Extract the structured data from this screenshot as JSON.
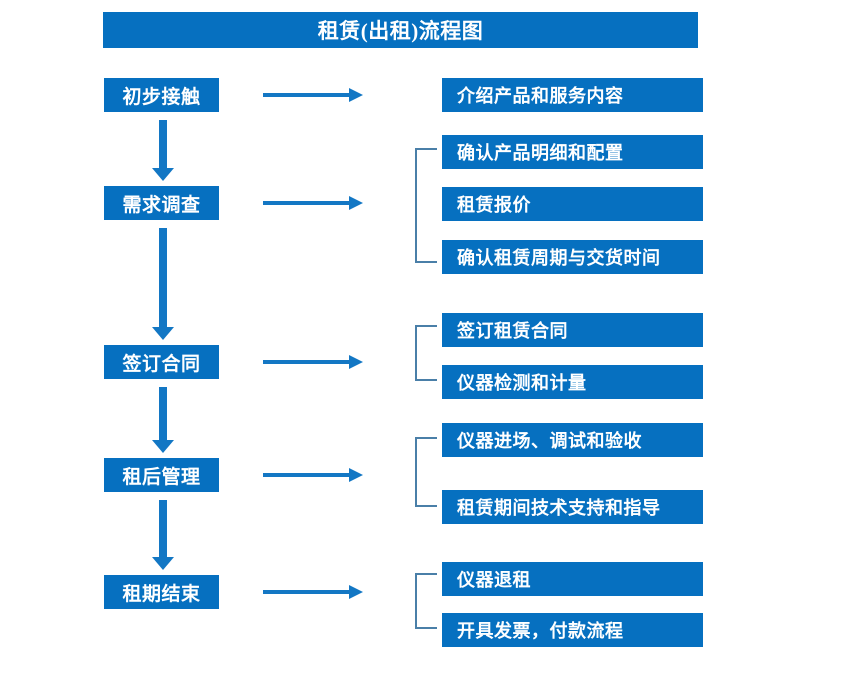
{
  "diagram": {
    "title": "租赁(出租)流程图",
    "colors": {
      "box_fill": "#0670c0",
      "box_text": "#ffffff",
      "arrow": "#1377c4",
      "bracket": "#4a7fa8",
      "background": "#ffffff"
    },
    "stages": [
      {
        "id": "stage-1",
        "label": "初步接触"
      },
      {
        "id": "stage-2",
        "label": "需求调查"
      },
      {
        "id": "stage-3",
        "label": "签订合同"
      },
      {
        "id": "stage-4",
        "label": "租后管理"
      },
      {
        "id": "stage-5",
        "label": "租期结束"
      }
    ],
    "details": [
      {
        "id": "detail-1",
        "label": "介绍产品和服务内容",
        "group": 1
      },
      {
        "id": "detail-2",
        "label": "确认产品明细和配置",
        "group": 2
      },
      {
        "id": "detail-3",
        "label": "租赁报价",
        "group": 2
      },
      {
        "id": "detail-4",
        "label": "确认租赁周期与交货时间",
        "group": 2
      },
      {
        "id": "detail-5",
        "label": "签订租赁合同",
        "group": 3
      },
      {
        "id": "detail-6",
        "label": "仪器检测和计量",
        "group": 3
      },
      {
        "id": "detail-7",
        "label": "仪器进场、调试和验收",
        "group": 4
      },
      {
        "id": "detail-8",
        "label": "租赁期间技术支持和指导",
        "group": 4
      },
      {
        "id": "detail-9",
        "label": "仪器退租",
        "group": 5
      },
      {
        "id": "detail-10",
        "label": "开具发票，付款流程",
        "group": 5
      }
    ],
    "flow_arrows": {
      "horizontal_count": 5,
      "vertical_count": 4
    },
    "brackets": [
      {
        "id": "bracket-group-2",
        "spans": [
          "确认产品明细和配置",
          "租赁报价",
          "确认租赁周期与交货时间"
        ]
      },
      {
        "id": "bracket-group-3",
        "spans": [
          "签订租赁合同",
          "仪器检测和计量"
        ]
      },
      {
        "id": "bracket-group-4",
        "spans": [
          "仪器进场、调试和验收",
          "租赁期间技术支持和指导"
        ]
      },
      {
        "id": "bracket-group-5",
        "spans": [
          "仪器退租",
          "开具发票，付款流程"
        ]
      }
    ]
  }
}
